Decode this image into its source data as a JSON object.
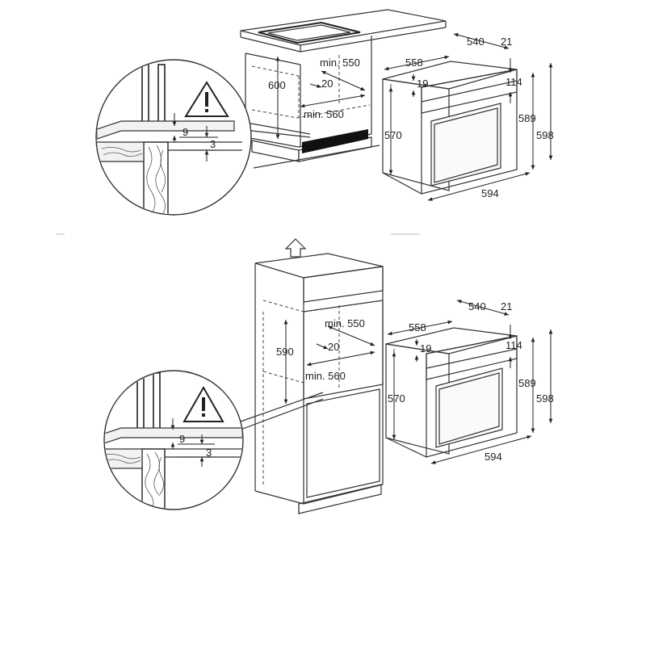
{
  "top": {
    "labels": {
      "height_600": "600",
      "min_550": "min. 550",
      "gap_20": "20",
      "min_560": "min. 560",
      "detail_9": "9",
      "detail_3": "3"
    },
    "oven": {
      "d540": "540",
      "d21": "21",
      "d558": "558",
      "d19": "19",
      "d114": "114",
      "d570": "570",
      "d589": "589",
      "d598": "598",
      "d594": "594"
    }
  },
  "bottom": {
    "labels": {
      "height_590": "590",
      "min_550": "min. 550",
      "gap_20": "20",
      "min_560": "min. 560",
      "detail_9": "9",
      "detail_3": "3"
    },
    "oven": {
      "d540": "540",
      "d21": "21",
      "d558": "558",
      "d19": "19",
      "d114": "114",
      "d570": "570",
      "d589": "589",
      "d598": "598",
      "d594": "594"
    }
  },
  "icons": {
    "warning": "warning-triangle-icon",
    "airflow": "up-arrow-icon"
  },
  "colors": {
    "line": "#333333",
    "vent": "#111111",
    "background": "#ffffff"
  }
}
